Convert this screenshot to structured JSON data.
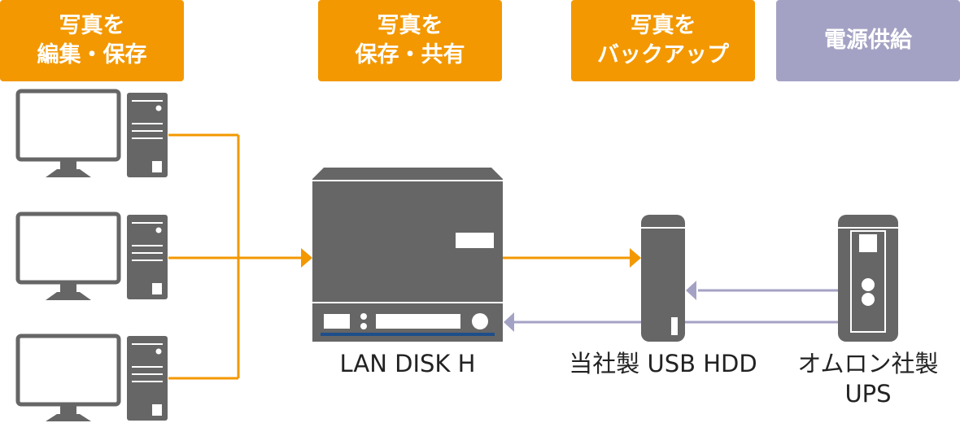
{
  "headers": {
    "edit": {
      "line1": "写真を",
      "line2": "編集・保存"
    },
    "share": {
      "line1": "写真を",
      "line2": "保存・共有"
    },
    "backup": {
      "line1": "写真を",
      "line2": "バックアップ"
    },
    "power": {
      "line1": "電源供給"
    }
  },
  "devices": {
    "nas": "LAN DISK H",
    "hdd": "当社製 USB HDD",
    "ups_line1": "オムロン社製",
    "ups_line2": "UPS"
  },
  "colors": {
    "orange": "#f39800",
    "purple": "#a4a2c4",
    "device_gray": "#666666",
    "nas_blue_strip": "#1d4e89"
  },
  "icons": [
    "pc-monitor-icon",
    "pc-tower-icon",
    "nas-icon",
    "usb-hdd-icon",
    "ups-icon"
  ]
}
